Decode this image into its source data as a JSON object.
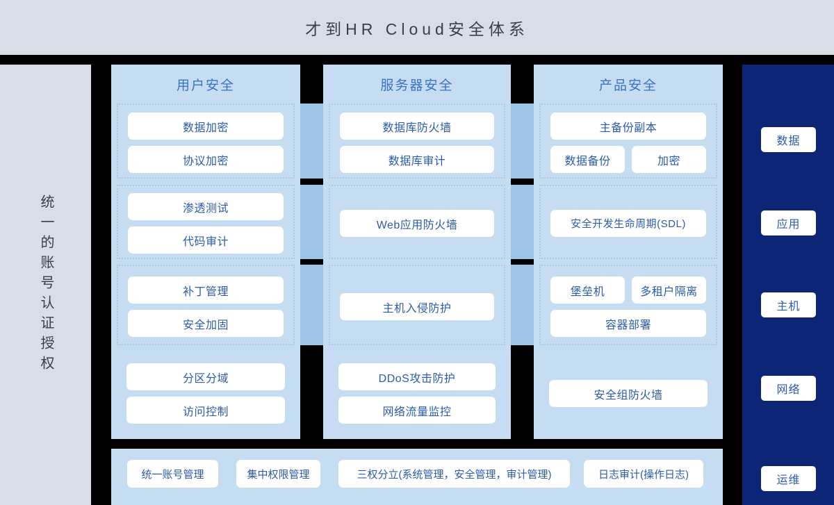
{
  "header": {
    "title": "才到HR Cloud安全体系"
  },
  "left_rail": {
    "label": "统一的账号认证授权"
  },
  "right_rail": {
    "background_color": "#0c2577",
    "pills": [
      {
        "label": "数据"
      },
      {
        "label": "应用"
      },
      {
        "label": "主机"
      },
      {
        "label": "网络"
      },
      {
        "label": "运维"
      }
    ]
  },
  "columns": [
    {
      "title": "用户安全",
      "groups": [
        {
          "dotted": true,
          "cards": [
            [
              "数据加密"
            ],
            [
              "协议加密"
            ]
          ]
        },
        {
          "dotted": true,
          "cards": [
            [
              "渗透测试"
            ],
            [
              "代码审计"
            ]
          ]
        },
        {
          "dotted": true,
          "cards": [
            [
              "补丁管理"
            ],
            [
              "安全加固"
            ]
          ]
        },
        {
          "dotted": false,
          "cards": [
            [
              "分区分域"
            ],
            [
              "访问控制"
            ]
          ]
        }
      ]
    },
    {
      "title": "服务器安全",
      "groups": [
        {
          "dotted": true,
          "cards": [
            [
              "数据库防火墙"
            ],
            [
              "数据库审计"
            ]
          ]
        },
        {
          "dotted": true,
          "cards": [
            [
              "Web应用防火墙"
            ]
          ]
        },
        {
          "dotted": true,
          "cards": [
            [
              "主机入侵防护"
            ]
          ]
        },
        {
          "dotted": false,
          "cards": [
            [
              "DDoS攻击防护"
            ],
            [
              "网络流量监控"
            ]
          ]
        }
      ]
    },
    {
      "title": "产品安全",
      "groups": [
        {
          "dotted": true,
          "cards": [
            [
              "主备份副本"
            ],
            [
              "数据备份",
              "加密"
            ]
          ]
        },
        {
          "dotted": true,
          "cards": [
            [
              "安全开发生命周期(SDL)"
            ]
          ]
        },
        {
          "dotted": true,
          "cards": [
            [
              "堡垒机",
              "多租户隔离"
            ],
            [
              "容器部署"
            ]
          ]
        },
        {
          "dotted": false,
          "cards": [
            [
              "安全组防火墙"
            ]
          ]
        }
      ]
    }
  ],
  "bottom_bar": {
    "cards": [
      {
        "label": "统一账号管理"
      },
      {
        "label": "集中权限管理"
      },
      {
        "label": "三权分立(系统管理，安全管理，审计管理)"
      },
      {
        "label": "日志审计(操作日志)"
      }
    ]
  },
  "colors": {
    "page_background": "#000000",
    "rail_background": "#d7dee6",
    "column_background": "#c6dcf1",
    "bridge_blue": "#9ec4e7",
    "navy": "#0c2577",
    "card_text": "#2a5caa",
    "title_text": "#3a72c4"
  }
}
